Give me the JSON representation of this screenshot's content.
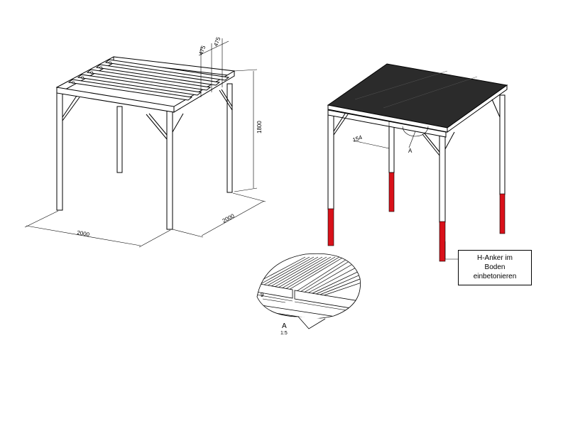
{
  "dimensions": {
    "width_label": "2000",
    "depth_label": "2000",
    "height_label": "1800",
    "spacing_1": "475",
    "spacing_2": "475",
    "overhang": "154",
    "gap": "9"
  },
  "detail": {
    "ref_letter": "A",
    "detail_letter": "A",
    "scale": "1:5"
  },
  "callout": {
    "line1": "H-Anker im",
    "line2": "Boden",
    "line3": "einbetonieren"
  },
  "colors": {
    "anchor": "#d9111a",
    "roof": "#2b2b2b",
    "line": "#000000"
  }
}
